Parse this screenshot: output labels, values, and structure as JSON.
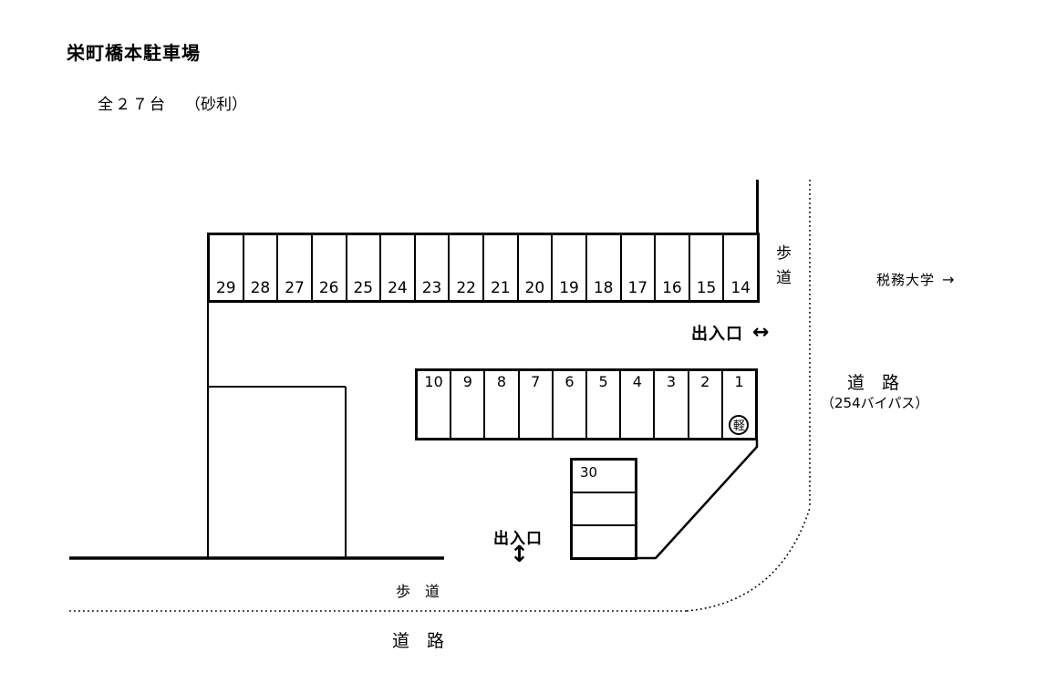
{
  "page": {
    "title": "栄町橋本駐車場",
    "capacity": "全２７台",
    "surface": "（砂利）"
  },
  "parking": {
    "top_row": {
      "spaces": [
        "29",
        "28",
        "27",
        "26",
        "25",
        "24",
        "23",
        "22",
        "21",
        "20",
        "19",
        "18",
        "17",
        "16",
        "15",
        "14"
      ]
    },
    "middle_row": {
      "spaces": [
        "10",
        "9",
        "8",
        "7",
        "6",
        "5",
        "4",
        "3",
        "2",
        "1"
      ],
      "kei_space": "1",
      "kei_mark": "軽"
    },
    "bottom_block": {
      "spaces": [
        "30",
        "",
        ""
      ]
    }
  },
  "labels": {
    "entrance_top": "出入口",
    "entrance_top_arrow": "↔",
    "entrance_bottom": "出入口",
    "entrance_bottom_arrow": "↕",
    "sidewalk_right": "歩道",
    "sidewalk_bottom": "歩　道",
    "road_right": "道　路",
    "road_right_sub": "（254バイパス）",
    "road_bottom": "道　路",
    "destination": "税務大学",
    "destination_arrow": "→"
  },
  "colors": {
    "line": "#000000",
    "background": "#ffffff"
  }
}
